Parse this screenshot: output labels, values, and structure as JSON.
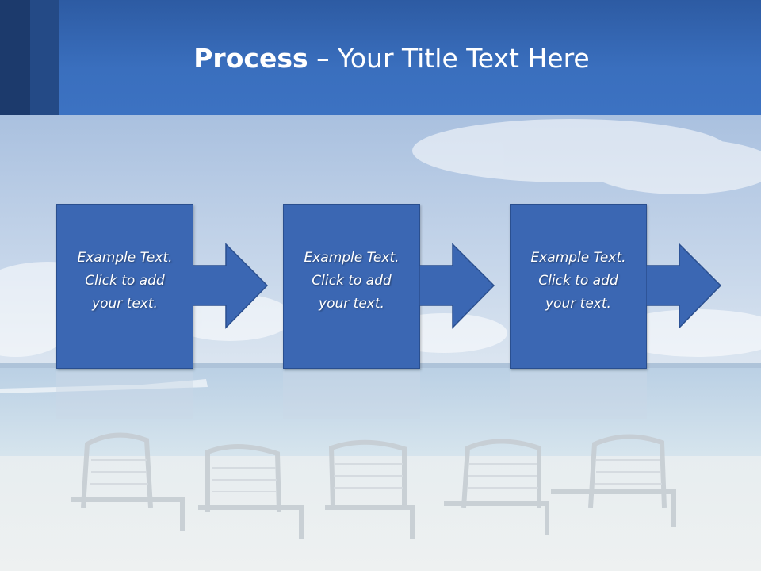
{
  "slide": {
    "title_bold": "Process",
    "title_rest": " – Your Title Text Here"
  },
  "steps": [
    {
      "line1": "Example Text.",
      "line2": "Click  to add",
      "line3": "your text."
    },
    {
      "line1": "Example Text.",
      "line2": "Click  to add",
      "line3": "your text."
    },
    {
      "line1": "Example Text.",
      "line2": "Click  to add",
      "line3": "your text."
    }
  ],
  "colors": {
    "header": "#3a6fbe",
    "box_fill": "#3b67b3",
    "box_border": "#2a4f8f"
  }
}
